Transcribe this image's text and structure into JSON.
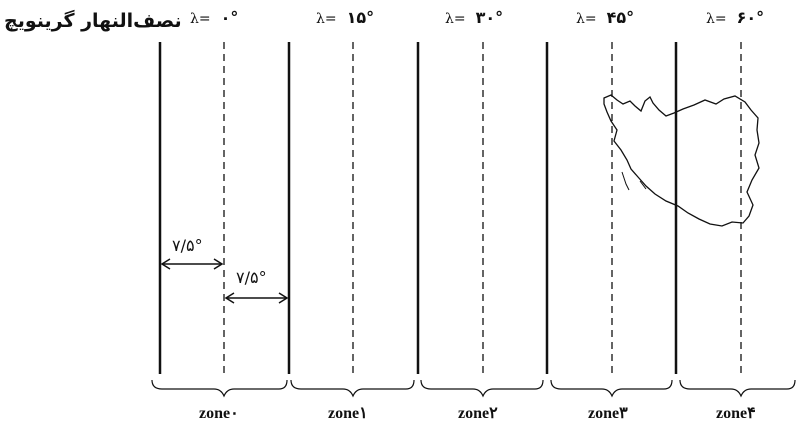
{
  "title": "نصف‌النهار گرینویچ",
  "longitude_symbol": "λ=",
  "meridians": [
    {
      "label": "۰°"
    },
    {
      "label": "۱۵°"
    },
    {
      "label": "۳۰°"
    },
    {
      "label": "۴۵°"
    },
    {
      "label": "۶۰°"
    }
  ],
  "zones": [
    {
      "label": "zone۰"
    },
    {
      "label": "zone۱"
    },
    {
      "label": "zone۲"
    },
    {
      "label": "zone۳"
    },
    {
      "label": "zone۴"
    }
  ],
  "half_width_label": "۷/۵°"
}
